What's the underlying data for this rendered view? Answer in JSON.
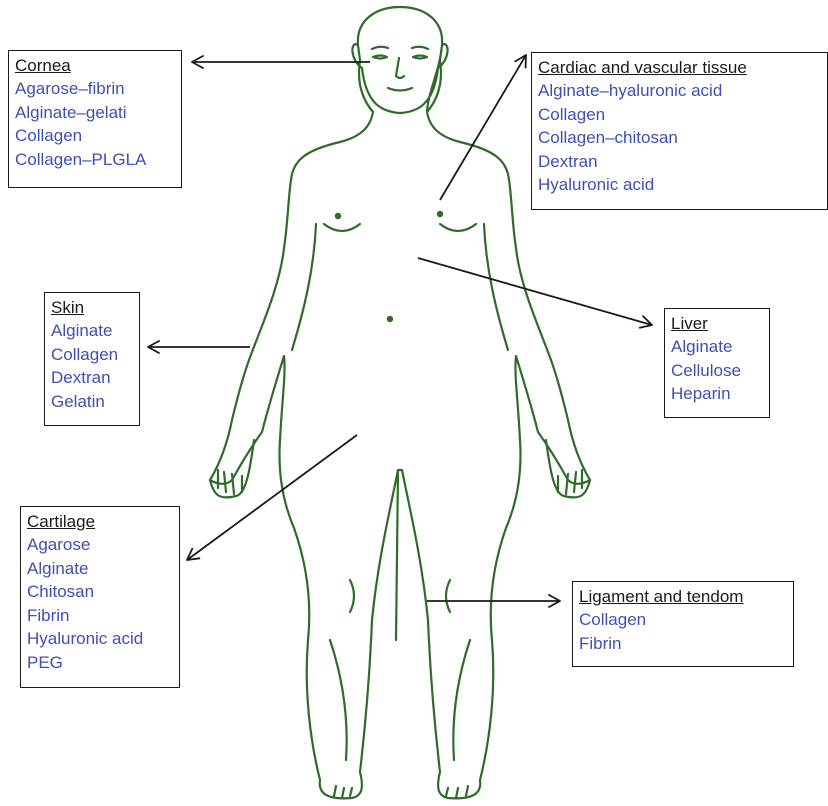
{
  "colors": {
    "body_outline": "#2f6b2a",
    "arrow": "#1a1a1a",
    "title_text": "#1a1a1a",
    "material_text": "#3f4fb5",
    "box_border": "#1a1a1a"
  },
  "tissues": {
    "cornea": {
      "title": "Cornea",
      "materials": [
        "Agarose–fibrin",
        "Alginate–gelati",
        "Collagen",
        "Collagen–PLGLA"
      ]
    },
    "cardiac": {
      "title": "Cardiac and vascular tissue",
      "materials": [
        "Alginate–hyaluronic acid",
        "Collagen",
        "Collagen–chitosan",
        "Dextran",
        "Hyaluronic acid"
      ]
    },
    "skin": {
      "title": "Skin",
      "materials": [
        "Alginate",
        "Collagen",
        "Dextran",
        "Gelatin"
      ]
    },
    "liver": {
      "title": "Liver",
      "materials": [
        "Alginate",
        "Cellulose",
        "Heparin"
      ]
    },
    "cartilage": {
      "title": "Cartilage",
      "materials": [
        "Agarose",
        "Alginate",
        "Chitosan",
        "Fibrin",
        "Hyaluronic acid",
        "PEG"
      ]
    },
    "ligament": {
      "title": "Ligament and tendom",
      "materials": [
        "Collagen",
        "Fibrin"
      ]
    }
  }
}
